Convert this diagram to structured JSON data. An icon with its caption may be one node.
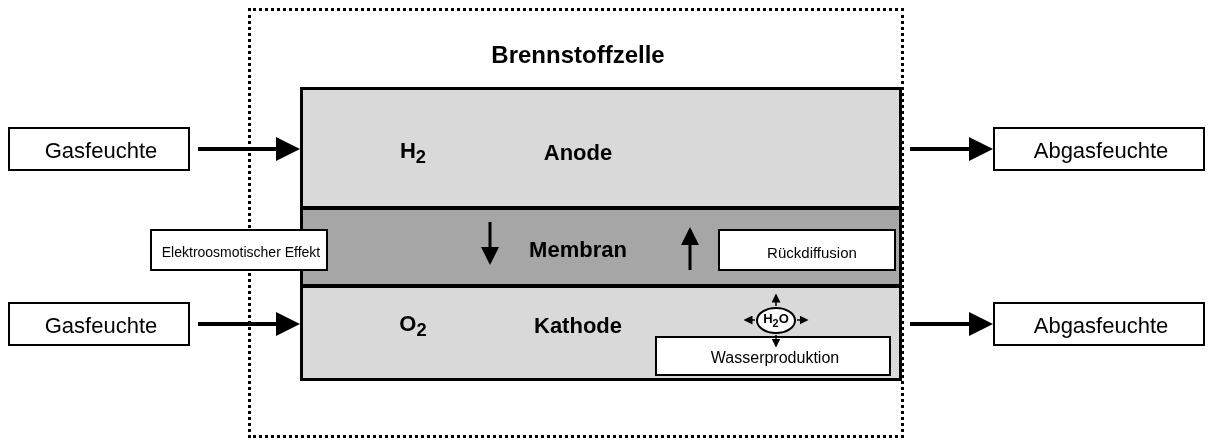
{
  "diagram": {
    "nodes": [
      {
        "text": [
          "Brennstoffzelle"
        ]
      },
      {
        "text": [
          "H$_{2}$",
          "Anode"
        ],
        "in": 0
      },
      {
        "text": [
          "Membran"
        ],
        "in": 0
      },
      {
        "text": [
          "O$_{2}$",
          "Kathode"
        ],
        "in": 0
      },
      {
        "text": [
          "Gasfeuchte"
        ]
      },
      {
        "text": [
          "Gasfeuchte"
        ]
      },
      {
        "text": [
          "Abgasfeuchte"
        ]
      },
      {
        "text": [
          "Abgasfeuchte"
        ]
      },
      {
        "text": [
          "Elektroosmotischer Effekt"
        ]
      },
      {
        "text": [
          "Rückdiffusion"
        ],
        "in": 2
      },
      {
        "text": [
          "H$_{2}$O"
        ],
        "in": 3
      },
      {
        "text": [
          "Wasserproduktion"
        ],
        "in": 3
      }
    ],
    "edges": [
      {
        "from": 4,
        "to": 1,
        "arrow": "to"
      },
      {
        "from": 5,
        "to": 3,
        "arrow": "to"
      },
      {
        "from": 1,
        "to": 6,
        "arrow": "to"
      },
      {
        "from": 3,
        "to": 7,
        "arrow": "to"
      }
    ]
  }
}
